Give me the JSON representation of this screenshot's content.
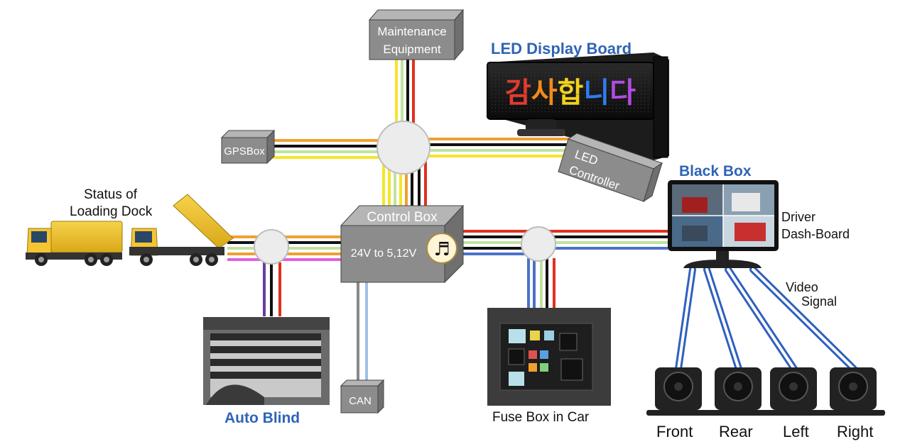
{
  "titles": {
    "led_display_board": "LED Display Board",
    "black_box": "Black Box",
    "auto_blind": "Auto Blind"
  },
  "boxes": {
    "maintenance_line1": "Maintenance",
    "maintenance_line2": "Equipment",
    "gps": "GPSBox",
    "control_box": "Control Box",
    "control_voltage": "24V to 5,12V",
    "led_controller_line1": "LED",
    "led_controller_line2": "Controller",
    "can": "CAN"
  },
  "labels": {
    "loading_dock_line1": "Status of",
    "loading_dock_line2": "Loading Dock",
    "driver_line1": "Driver",
    "driver_line2": "Dash-Board",
    "video_line1": "Video",
    "video_line2": "Signal",
    "fuse_box": "Fuse Box in Car"
  },
  "led_display_text": "감사합니다",
  "led_char_colors": [
    "#e23b2e",
    "#f28a1c",
    "#f2d21c",
    "#2f7cf0",
    "#b04ce0"
  ],
  "cameras": [
    "Front",
    "Rear",
    "Left",
    "Right"
  ],
  "colors": {
    "title_blue": "#2f64b5",
    "wire_red": "#e0301e",
    "wire_yellow": "#f5e52a",
    "wire_black": "#111111",
    "wire_green": "#bfe3a0",
    "wire_orange": "#f0a030",
    "wire_blue": "#4a72c8",
    "wire_purple": "#6a3aa0",
    "wire_magenta": "#e060e0",
    "wire_grey": "#888888",
    "wire_lightblue": "#9fc0ea",
    "box_grey": "#8c8c8c",
    "hub_grey": "#ececec"
  }
}
